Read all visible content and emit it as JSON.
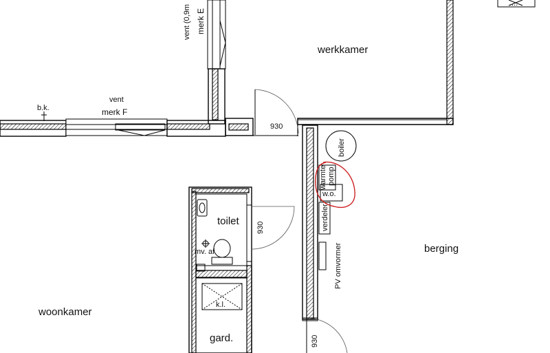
{
  "rooms": {
    "werkkamer": "werkkamer",
    "berging": "berging",
    "woonkamer": "woonkamer",
    "toilet": "toilet",
    "garderobe": "gard."
  },
  "doors": {
    "door_werkkamer_width": "930",
    "door_toilet_width": "930",
    "door_berging_width": "930"
  },
  "windows": {
    "merk_f": "merk F",
    "vent_f": "vent",
    "merk_e": "merk E",
    "vent_e": "vent (0,9m"
  },
  "labels": {
    "bk": "b.k.",
    "boiler": "boiler",
    "warmtepomp_line1": "warmte",
    "warmtepomp_line2": "pomp",
    "wo": "w.o.",
    "verdeler": "verdeler",
    "pv_omvormer": "PV omvormer",
    "mv": "mv. af",
    "kl": "k.l.",
    "corner_tag": "...."
  },
  "colors": {
    "walls": "#000000",
    "markup_circle": "#cc2222",
    "background": "#ffffff"
  }
}
